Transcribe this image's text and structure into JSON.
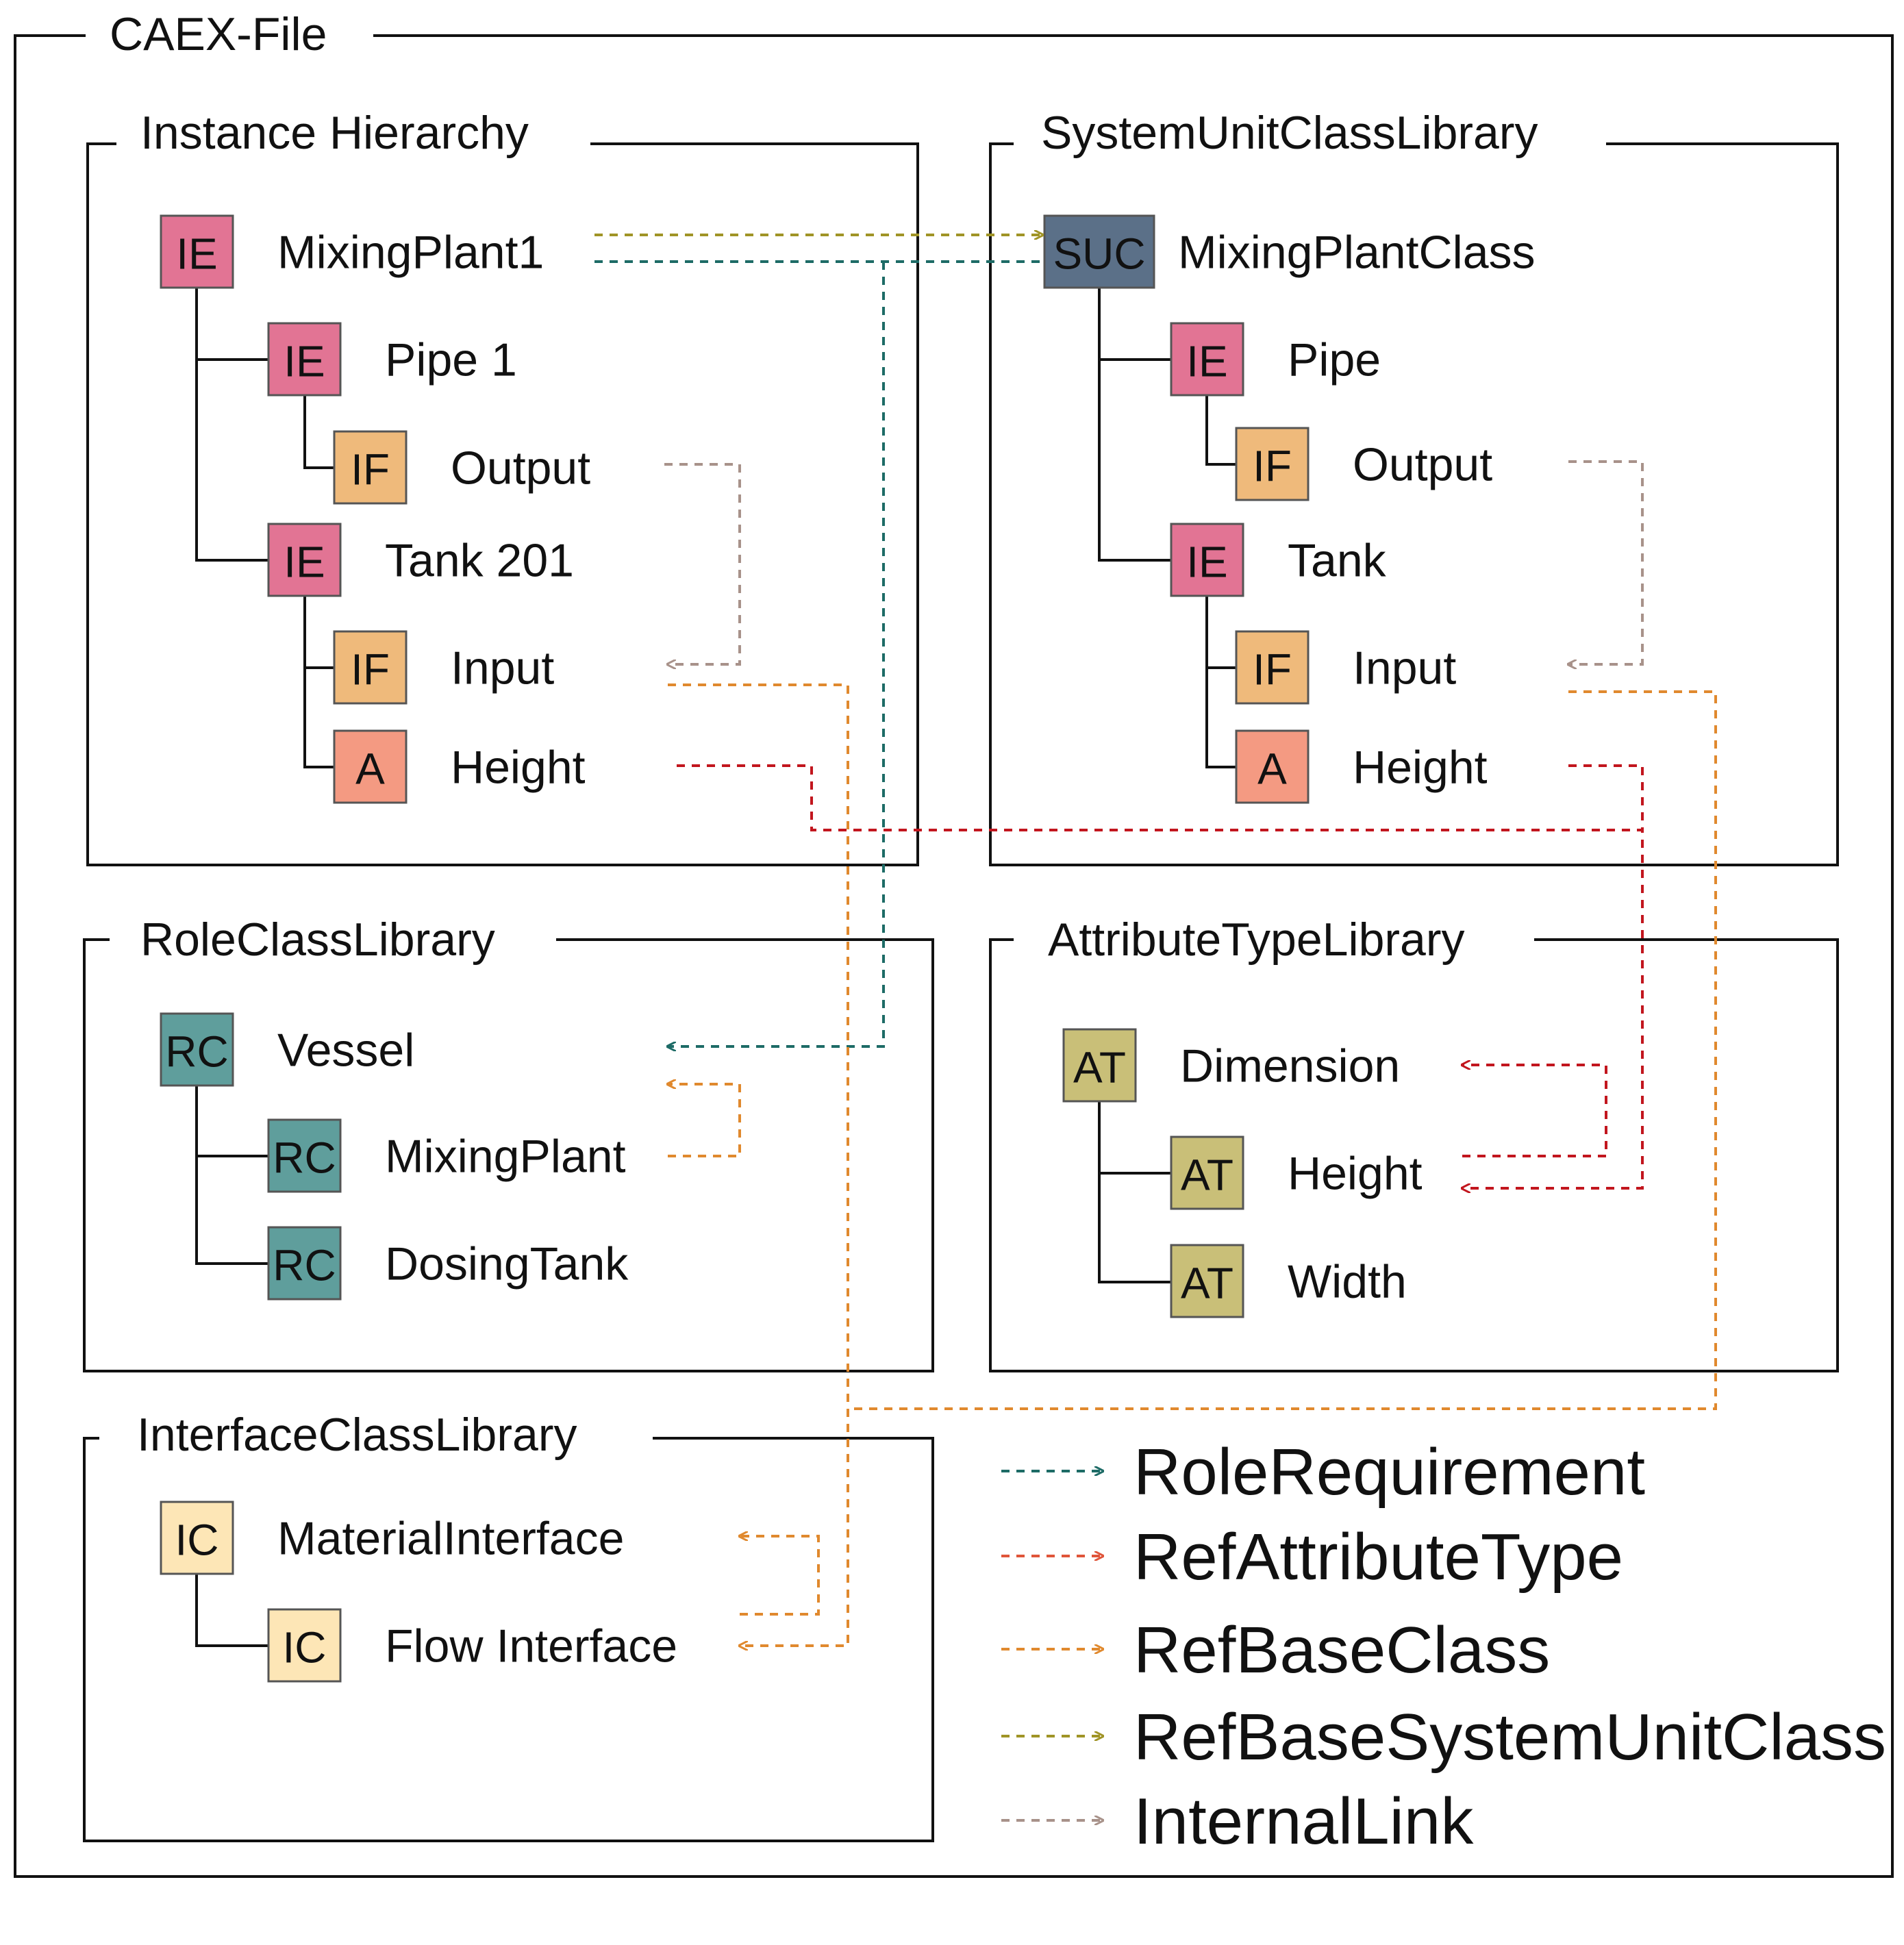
{
  "diagram": {
    "title": "CAEX-File",
    "panels": {
      "instance_hierarchy": "Instance Hierarchy",
      "system_unit_class_library": "SystemUnitClassLibrary",
      "role_class_library": "RoleClassLibrary",
      "attribute_type_library": "AttributeTypeLibrary",
      "interface_class_library": "InterfaceClassLibrary"
    },
    "instance_hierarchy": [
      {
        "badge": "IE",
        "label": "MixingPlant1"
      },
      {
        "badge": "IE",
        "label": "Pipe 1"
      },
      {
        "badge": "IF",
        "label": "Output"
      },
      {
        "badge": "IE",
        "label": "Tank 201"
      },
      {
        "badge": "IF",
        "label": "Input"
      },
      {
        "badge": "A",
        "label": "Height"
      }
    ],
    "system_unit_class_library": [
      {
        "badge": "SUC",
        "label": "MixingPlantClass"
      },
      {
        "badge": "IE",
        "label": "Pipe"
      },
      {
        "badge": "IF",
        "label": "Output"
      },
      {
        "badge": "IE",
        "label": "Tank"
      },
      {
        "badge": "IF",
        "label": "Input"
      },
      {
        "badge": "A",
        "label": "Height"
      }
    ],
    "role_class_library": [
      {
        "badge": "RC",
        "label": "Vessel"
      },
      {
        "badge": "RC",
        "label": "MixingPlant"
      },
      {
        "badge": "RC",
        "label": "DosingTank"
      }
    ],
    "attribute_type_library": [
      {
        "badge": "AT",
        "label": "Dimension"
      },
      {
        "badge": "AT",
        "label": "Height"
      },
      {
        "badge": "AT",
        "label": "Width"
      }
    ],
    "interface_class_library": [
      {
        "badge": "IC",
        "label": "MaterialInterface"
      },
      {
        "badge": "IC",
        "label": "Flow Interface"
      }
    ],
    "badge_colors": {
      "IE": "#e27494",
      "IF": "#efba7b",
      "A": "#f49a82",
      "SUC": "#5b7088",
      "RC": "#5f9e9c",
      "AT": "#c9bf78",
      "IC": "#fde6b6"
    },
    "link_colors": {
      "RoleRequirement": "#1d6b66",
      "RefAttributeType": "#e0553a",
      "RefAttributeType_lines": "#c2161e",
      "RefBaseClass": "#e0892e",
      "RefBaseSystemUnitClass": "#a09426",
      "InternalLink": "#a8928a"
    },
    "legend": [
      {
        "label": "RoleRequirement",
        "color": "#1d6b66"
      },
      {
        "label": "RefAttributeType",
        "color": "#e0553a"
      },
      {
        "label": "RefBaseClass",
        "color": "#e0892e"
      },
      {
        "label": "RefBaseSystemUnitClass",
        "color": "#a09426"
      },
      {
        "label": "InternalLink",
        "color": "#a8928a"
      }
    ]
  }
}
